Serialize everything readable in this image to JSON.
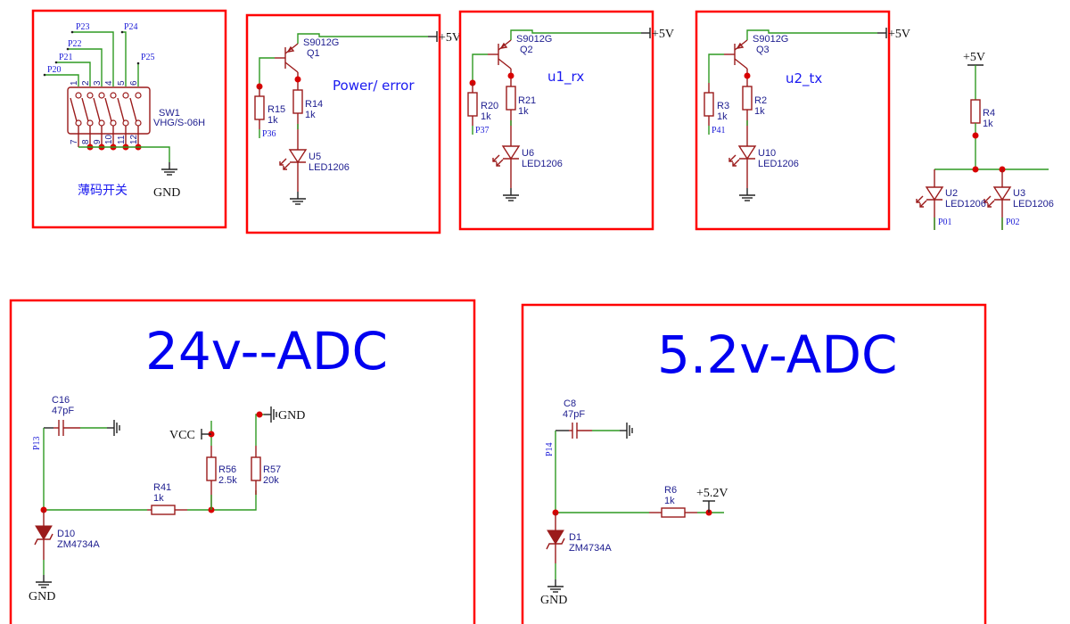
{
  "colors": {
    "frame": "#ff0000",
    "wire": "#2f9a22",
    "component": "#9b1b1b",
    "label": "#1d1d8f",
    "title": "#0000f0",
    "junction": "#d80000"
  },
  "dip_switch": {
    "title": "薄码开关",
    "ref": "SW1",
    "part": "VHG/S-06H",
    "top_pins": [
      "1",
      "2",
      "3",
      "4",
      "5",
      "6"
    ],
    "bottom_pins": [
      "7",
      "8",
      "9",
      "10",
      "11",
      "12"
    ],
    "nets": [
      "P20",
      "P21",
      "P22",
      "P23",
      "P24",
      "P25"
    ],
    "ground": "GND"
  },
  "led_drivers": [
    {
      "title": "Power/ error",
      "transistor": {
        "ref": "Q1",
        "part": "S9012G"
      },
      "supply": "+5V",
      "base_resistor": {
        "ref": "R15",
        "value": "1k"
      },
      "base_net": "P36",
      "collector_resistor": {
        "ref": "R14",
        "value": "1k"
      },
      "led": {
        "ref": "U5",
        "part": "LED1206"
      }
    },
    {
      "title": "u1_rx",
      "transistor": {
        "ref": "Q2",
        "part": "S9012G"
      },
      "supply": "+5V",
      "base_resistor": {
        "ref": "R20",
        "value": "1k"
      },
      "base_net": "P37",
      "collector_resistor": {
        "ref": "R21",
        "value": "1k"
      },
      "led": {
        "ref": "U6",
        "part": "LED1206"
      }
    },
    {
      "title": "u2_tx",
      "transistor": {
        "ref": "Q3",
        "part": "S9012G"
      },
      "supply": "+5V",
      "base_resistor": {
        "ref": "R3",
        "value": "1k"
      },
      "base_net": "P41",
      "collector_resistor": {
        "ref": "R2",
        "value": "1k"
      },
      "led": {
        "ref": "U10",
        "part": "LED1206"
      }
    }
  ],
  "dual_led": {
    "supply": "+5V",
    "resistor": {
      "ref": "R4",
      "value": "1k"
    },
    "leds": [
      {
        "ref": "U2",
        "part": "LED1206",
        "net": "P01"
      },
      {
        "ref": "U3",
        "part": "LED1206",
        "net": "P02"
      }
    ]
  },
  "adc_24v": {
    "title": "24v--ADC",
    "net": "P13",
    "cap": {
      "ref": "C16",
      "value": "47pF"
    },
    "r_series": {
      "ref": "R41",
      "value": "1k"
    },
    "r_pullup": {
      "ref": "R56",
      "value": "2.5k"
    },
    "r_pulldown": {
      "ref": "R57",
      "value": "20k"
    },
    "vcc": "VCC",
    "gnd_top": "GND",
    "zener": {
      "ref": "D10",
      "part": "ZM4734A"
    },
    "gnd": "GND"
  },
  "adc_5v2": {
    "title": "5.2v-ADC",
    "net": "P14",
    "cap": {
      "ref": "C8",
      "value": "47pF"
    },
    "r_series": {
      "ref": "R6",
      "value": "1k"
    },
    "supply": "+5.2V",
    "zener": {
      "ref": "D1",
      "part": "ZM4734A"
    },
    "gnd": "GND"
  }
}
